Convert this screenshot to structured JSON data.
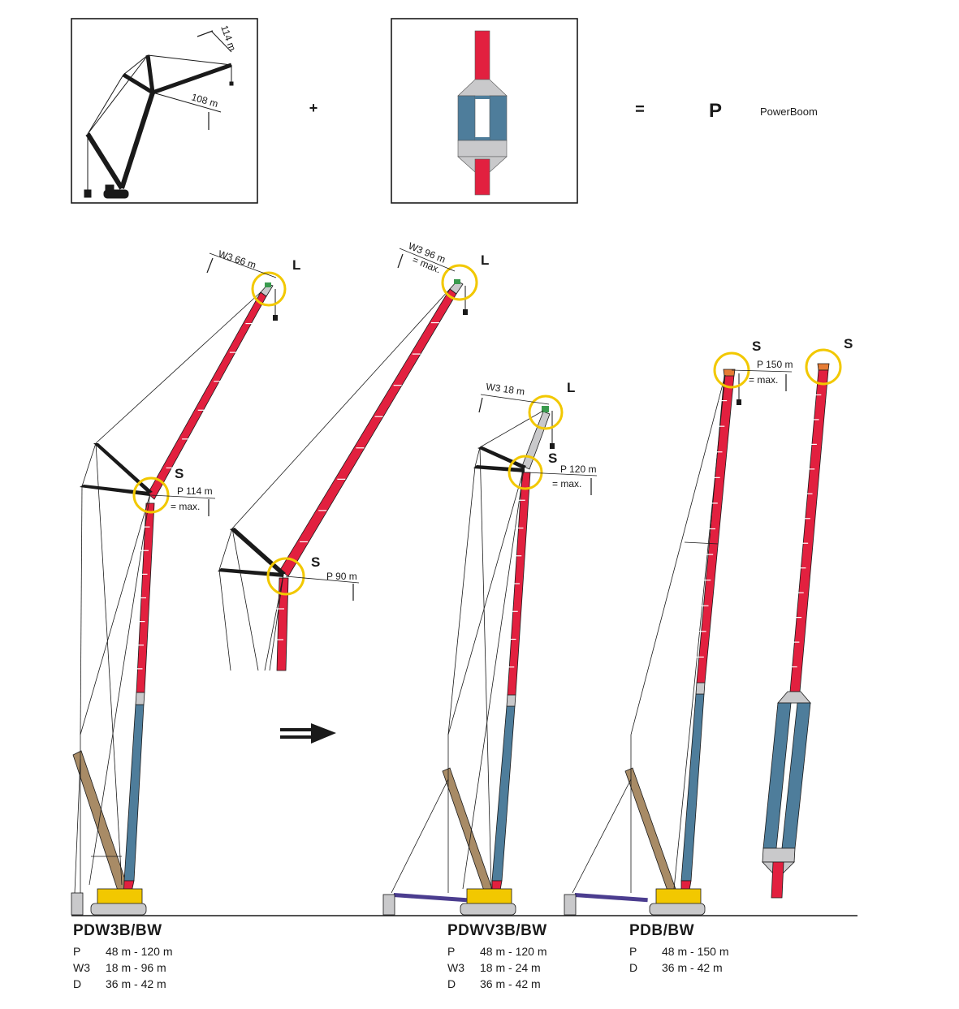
{
  "legend": {
    "plus": "+",
    "equals": "=",
    "symbol": "P",
    "text": "PowerBoom",
    "dim_top": "114 m",
    "dim_side": "108 m"
  },
  "cranes": [
    {
      "labels": {
        "w3": "W3 66 m",
        "l": "L",
        "s": "S",
        "p": "P 114 m",
        "max": "= max."
      }
    },
    {
      "labels": {
        "w3": "W3 96 m",
        "w3max": "= max.",
        "l": "L",
        "s": "S",
        "p": "P 90 m"
      }
    },
    {
      "labels": {
        "w3": "W3 18 m",
        "l": "L",
        "s": "S",
        "p": "P 120 m",
        "max": "= max."
      }
    },
    {
      "labels": {
        "s": "S",
        "p": "P 150 m",
        "max": "= max."
      }
    },
    {
      "labels": {
        "s": "S"
      }
    }
  ],
  "configs": [
    {
      "name": "PDW3B/BW",
      "rows": [
        {
          "k": "P",
          "v": "48 m - 120 m"
        },
        {
          "k": "W3",
          "v": "18 m - 96 m"
        },
        {
          "k": "D",
          "v": "36 m - 42 m"
        }
      ]
    },
    {
      "name": "PDWV3B/BW",
      "rows": [
        {
          "k": "P",
          "v": "48 m - 120 m"
        },
        {
          "k": "W3",
          "v": "18 m - 24 m"
        },
        {
          "k": "D",
          "v": "36 m - 42 m"
        }
      ]
    },
    {
      "name": "PDB/BW",
      "rows": [
        {
          "k": "P",
          "v": "48 m - 150 m"
        },
        {
          "k": "D",
          "v": "36 m - 42 m"
        }
      ]
    }
  ],
  "colors": {
    "red": "#e2203f",
    "blue": "#4e7d9b",
    "grey": "#c9c9cb",
    "yellow": "#f2c800",
    "dark": "#1a1a1a",
    "brown": "#a88b66",
    "purple": "#4b3d8f",
    "green": "#3a9a4e",
    "orange": "#e57b34"
  }
}
